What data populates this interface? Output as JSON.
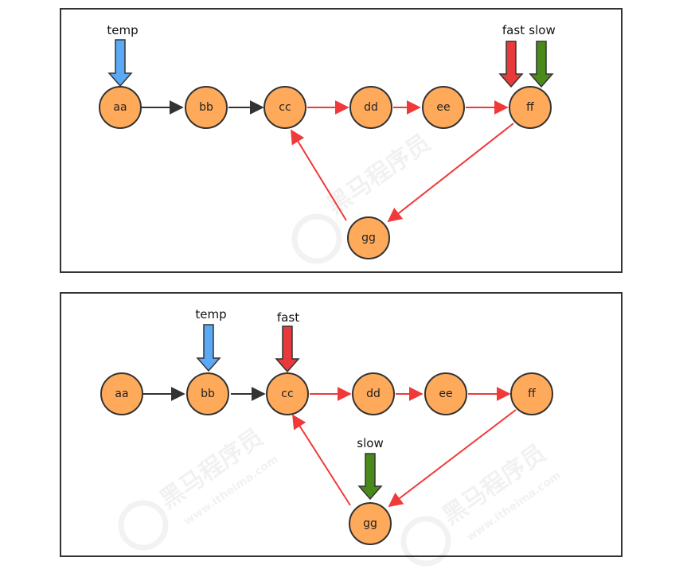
{
  "colors": {
    "node_fill": "#FFAA5B",
    "node_stroke": "#333333",
    "edge_normal": "#333333",
    "edge_cycle": "#F03A3A",
    "temp_pointer": "#5BA8F5",
    "fast_pointer": "#E83A3A",
    "slow_pointer": "#4A8A1A"
  },
  "diagrams": [
    {
      "nodes": [
        "aa",
        "bb",
        "cc",
        "dd",
        "ee",
        "ff",
        "gg"
      ],
      "pointers": [
        {
          "label": "temp",
          "target": "aa",
          "color": "#5BA8F5"
        },
        {
          "label": "fast",
          "target": "ff",
          "color": "#E83A3A"
        },
        {
          "label": "slow",
          "target": "ff",
          "color": "#4A8A1A"
        }
      ]
    },
    {
      "nodes": [
        "aa",
        "bb",
        "cc",
        "dd",
        "ee",
        "ff",
        "gg"
      ],
      "pointers": [
        {
          "label": "temp",
          "target": "bb",
          "color": "#5BA8F5"
        },
        {
          "label": "fast",
          "target": "cc",
          "color": "#E83A3A"
        },
        {
          "label": "slow",
          "target": "gg",
          "color": "#4A8A1A"
        }
      ]
    }
  ],
  "watermark": {
    "brand": "黑马程序员",
    "site": "www.itheima.com"
  }
}
